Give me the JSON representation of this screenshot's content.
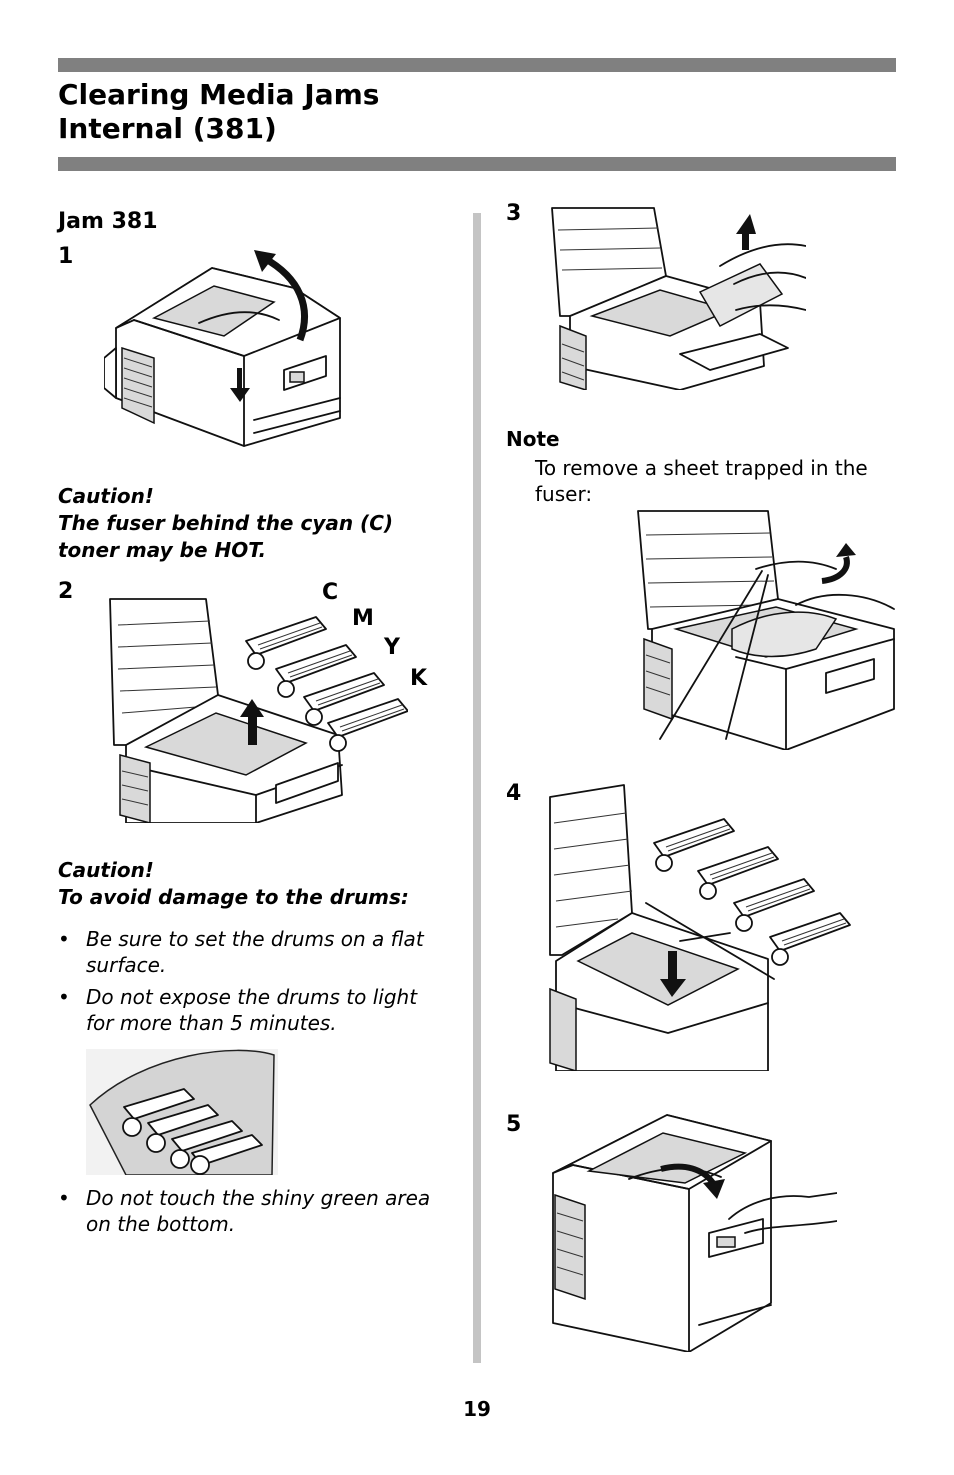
{
  "header": {
    "title_line1": "Clearing Media Jams",
    "title_line2": "Internal (381)"
  },
  "left": {
    "jam_heading": "Jam 381",
    "step1": "1",
    "caution1": {
      "label": "Caution!",
      "line1": "The fuser behind the cyan (C)",
      "line2": "toner may be HOT."
    },
    "step2": "2",
    "drum_labels": [
      "C",
      "M",
      "Y",
      "K"
    ],
    "caution2": {
      "label": "Caution!",
      "text": "To avoid damage to the drums:"
    },
    "bullet_glyph": "•",
    "bullets": [
      {
        "line1": "Be sure to set the drums on a flat",
        "line2": "surface."
      },
      {
        "line1": "Do not expose the drums to light",
        "line2": "for more than 5 minutes."
      },
      {
        "line1": "Do not touch the shiny green area",
        "line2": "on the bottom."
      }
    ]
  },
  "right": {
    "step3": "3",
    "note": {
      "label": "Note",
      "line1": "To remove a sheet trapped in the",
      "line2": "fuser:"
    },
    "step4": "4",
    "step5": "5"
  },
  "footer": {
    "page_number": "19"
  },
  "colors": {
    "rule_bar": "#808080",
    "column_divider": "#c4c4c4",
    "text": "#000000"
  }
}
